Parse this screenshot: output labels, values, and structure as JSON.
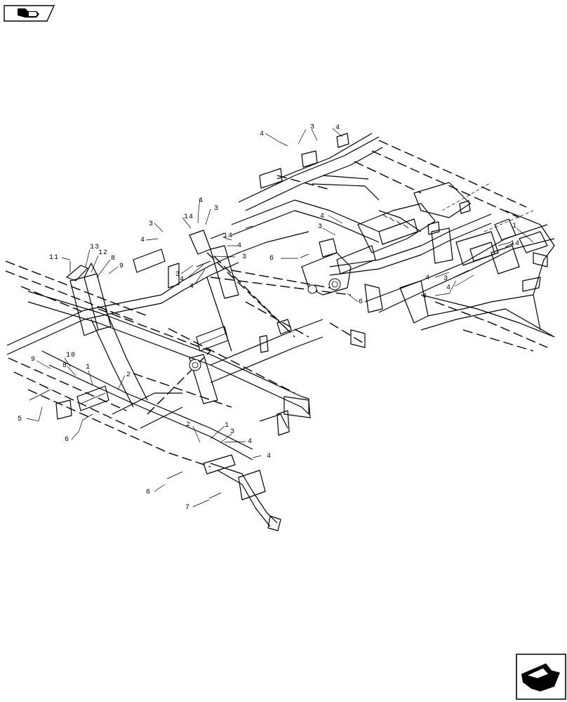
{
  "header_icon": {
    "icon": "book-hand-icon"
  },
  "nav_icon": {
    "icon": "arrow-next-page-icon"
  },
  "callouts": [
    {
      "label": "4"
    },
    {
      "label": "3"
    },
    {
      "label": "4"
    },
    {
      "label": "4"
    },
    {
      "label": "3"
    },
    {
      "label": "3"
    },
    {
      "label": "4"
    },
    {
      "label": "4"
    },
    {
      "label": "3"
    },
    {
      "label": "4"
    },
    {
      "label": "4"
    },
    {
      "label": "3"
    },
    {
      "label": "6"
    },
    {
      "label": "6"
    },
    {
      "label": "1"
    },
    {
      "label": "4"
    },
    {
      "label": "3"
    },
    {
      "label": "4"
    },
    {
      "label": "11"
    },
    {
      "label": "13"
    },
    {
      "label": "12"
    },
    {
      "label": "8"
    },
    {
      "label": "9"
    },
    {
      "label": "10"
    },
    {
      "label": "9"
    },
    {
      "label": "8"
    },
    {
      "label": "1"
    },
    {
      "label": "2"
    },
    {
      "label": "5"
    },
    {
      "label": "6"
    },
    {
      "label": "2"
    },
    {
      "label": "1"
    },
    {
      "label": "3"
    },
    {
      "label": "4"
    },
    {
      "label": "4"
    },
    {
      "label": "6"
    },
    {
      "label": "7"
    },
    {
      "label": "14"
    },
    {
      "label": "14"
    },
    {
      "label": "14"
    },
    {
      "label": "4"
    },
    {
      "label": "3"
    },
    {
      "label": "4"
    }
  ]
}
